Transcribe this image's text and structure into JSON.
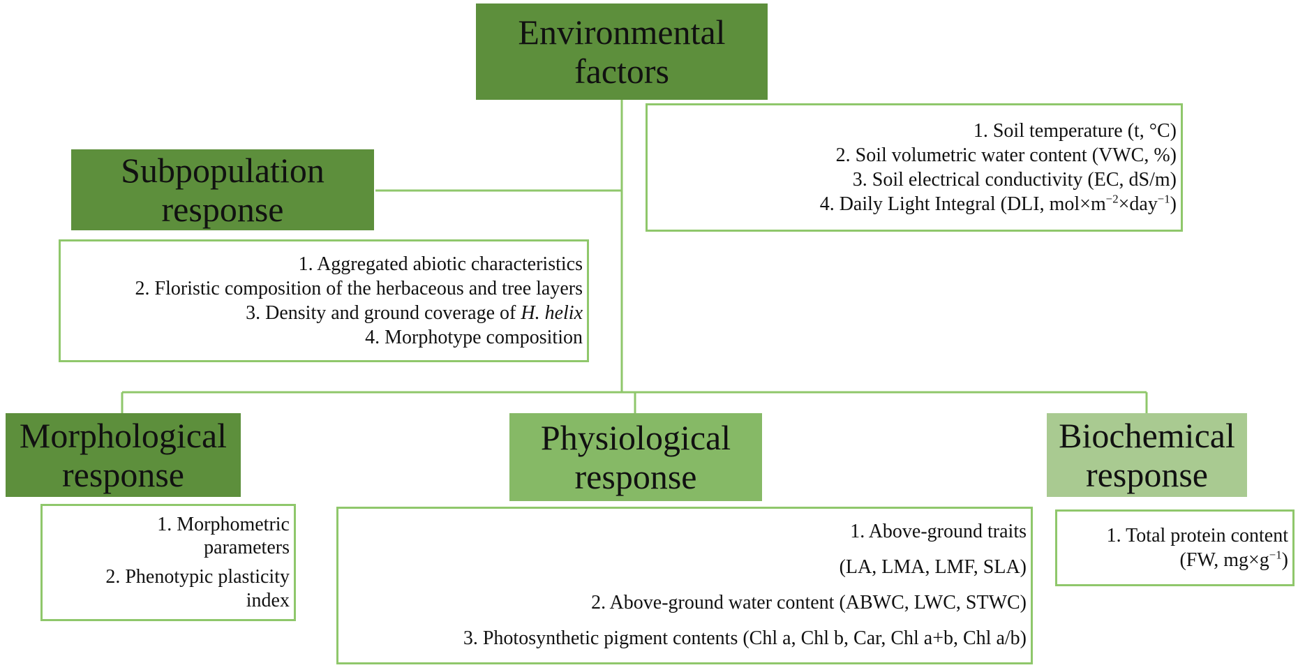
{
  "environmental": {
    "title_line1": "Environmental",
    "title_line2": "factors",
    "items": [
      "1. Soil temperature (t, °C)",
      "2. Soil volumetric water content (VWC, %)",
      "3. Soil electrical conductivity (EC, dS/m)"
    ],
    "item4_prefix": "4. Daily Light Integral (DLI, mol×m",
    "item4_exp1": "−2",
    "item4_mid": "×day",
    "item4_exp2": "−1",
    "item4_suffix": ")"
  },
  "subpopulation": {
    "title_line1": "Subpopulation",
    "title_line2": "response",
    "items": [
      "1. Aggregated abiotic characteristics",
      "2. Floristic composition of the herbaceous and tree layers"
    ],
    "item3_prefix": "3. Density and ground coverage of ",
    "item3_italic": "H. helix",
    "item4": "4. Morphotype composition"
  },
  "morphological": {
    "title_line1": "Morphological",
    "title_line2": "response",
    "item1_line1": "1. Morphometric",
    "item1_line2": "parameters",
    "item2_line1": "2. Phenotypic plasticity",
    "item2_line2": "index"
  },
  "physiological": {
    "title_line1": "Physiological",
    "title_line2": "response",
    "items": [
      "1. Above-ground traits",
      "(LA, LMA, LMF, SLA)",
      "2. Above-ground water content (ABWC, LWC, STWC)",
      "3. Photosynthetic pigment contents (Chl a, Chl b, Car, Chl a+b, Chl a/b)"
    ]
  },
  "biochemical": {
    "title_line1": "Biochemical",
    "title_line2": "response",
    "item1_line1": "1. Total protein content",
    "item1_line2_prefix": "(FW, mg×g",
    "item1_line2_exp": "−1",
    "item1_line2_suffix": ")"
  },
  "colors": {
    "dark_green": "#5d8f3c",
    "mid_green": "#86b966",
    "light_green": "#a9ca91",
    "outline_green": "#8fc76b"
  }
}
